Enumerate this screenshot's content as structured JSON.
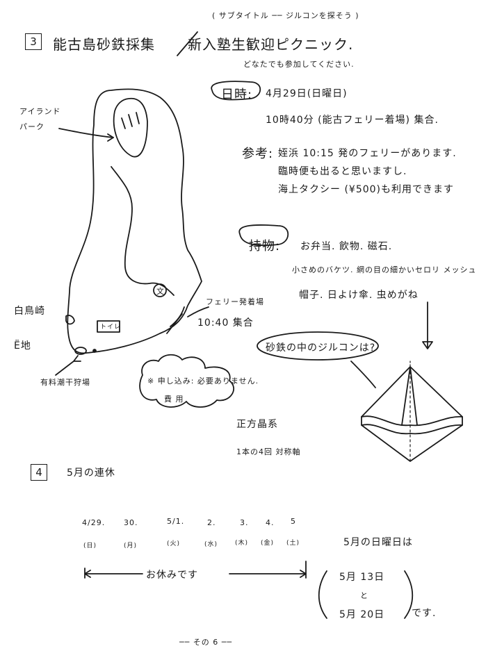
{
  "header": {
    "subtitle": "( サブタイトル ── ジルコンを探そう )",
    "section_number": "3",
    "title_prefix": "能古島砂鉄採集",
    "title_main": "新入塾生歓迎ピクニック.",
    "invite": "どなたでも参加してください."
  },
  "info": {
    "date_label": "日時:",
    "date_value": "4月29日(日曜日)",
    "meet_time": "10時40分 (能古フェリー着場) 集合.",
    "ref_label": "参考:",
    "ref_line1": "姪浜 10:15 発のフェリーがあります.",
    "ref_line2": "臨時便も出ると思いますし.",
    "ref_line3": "海上タクシー (¥500)も利用できます",
    "items_label": "持物:",
    "items_line1": "お弁当. 飲物. 磁石.",
    "items_line2": "小さめのバケツ. 網の目の細かいセロリ メッシュ",
    "items_line3": "帽子. 日よけ傘. 虫めがね"
  },
  "map": {
    "island_park": "アイランド\nパーク",
    "school_mark": "文",
    "ferry_pier": "フェリー発着場",
    "meet_point": "10:40 集合",
    "shirotori": "白鳥崎",
    "hukuchi": "Ë地",
    "toilet": "トイレ",
    "tide_pool": "有料潮干狩場"
  },
  "notes": {
    "application": "※ 申し込み: 必要ありません.",
    "fee": "費 用",
    "question": "砂鉄の中のジルコンは?",
    "crystal_system": "正方晶系",
    "axis": "1本の4回 対称軸"
  },
  "section4": {
    "number": "4",
    "title": "5月の連休",
    "dates": [
      "4/29.",
      "30.",
      "5/1.",
      "2.",
      "3.",
      "4.",
      "5"
    ],
    "days": [
      "(日)",
      "(月)",
      "(火)",
      "(水)",
      "(木)",
      "(金)",
      "(土)"
    ],
    "holiday_label": "お休みです",
    "sunday_heading": "5月の日曜日は",
    "sunday1": "5月 13日",
    "conj": "と",
    "sunday2": "5月 20日",
    "suffix": "です."
  },
  "footer": {
    "page": "── その 6 ──"
  }
}
